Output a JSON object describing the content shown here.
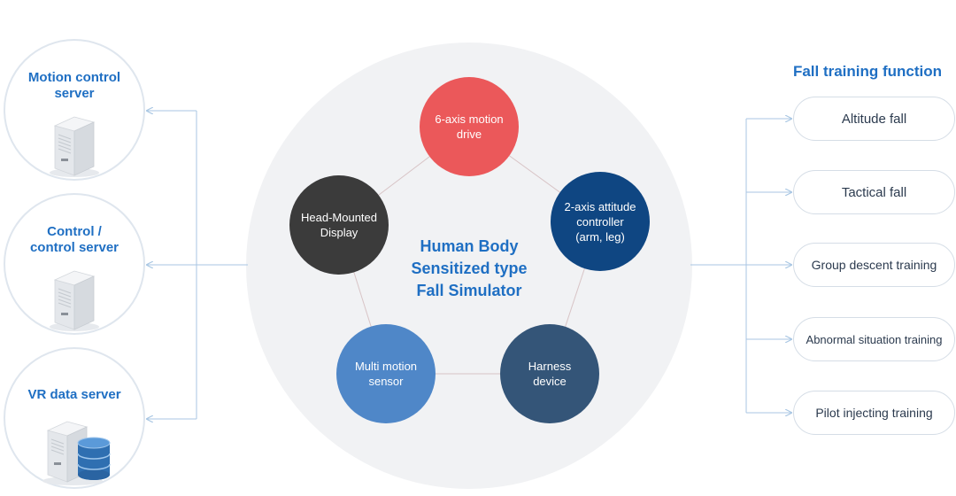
{
  "servers": [
    {
      "label": "Motion control\nserver",
      "icon": "server-tower-icon"
    },
    {
      "label": "Control /\ncontrol server",
      "icon": "server-tower-icon"
    },
    {
      "label": "VR data server",
      "icon": "server-database-icon"
    }
  ],
  "center": {
    "title": "Human Body\nSensitized type\nFall Simulator"
  },
  "nodes": [
    {
      "label": "6-axis motion\ndrive",
      "color": "#eb585a"
    },
    {
      "label": "2-axis attitude\ncontroller\n(arm, leg)",
      "color": "#0f4682"
    },
    {
      "label": "Harness\ndevice",
      "color": "#345578"
    },
    {
      "label": "Multi motion\nsensor",
      "color": "#4f87c8"
    },
    {
      "label": "Head-Mounted\nDisplay",
      "color": "#3b3b3b"
    }
  ],
  "fall_training": {
    "title": "Fall training function",
    "items": [
      "Altitude fall",
      "Tactical fall",
      "Group descent training",
      "Abnormal situation training",
      "Pilot injecting training"
    ]
  },
  "colors": {
    "accent_blue": "#1f6fc3",
    "connector_line": "#a8c6e3",
    "node_link_line": "#d8c4c6",
    "big_circle": "#f1f2f4"
  }
}
